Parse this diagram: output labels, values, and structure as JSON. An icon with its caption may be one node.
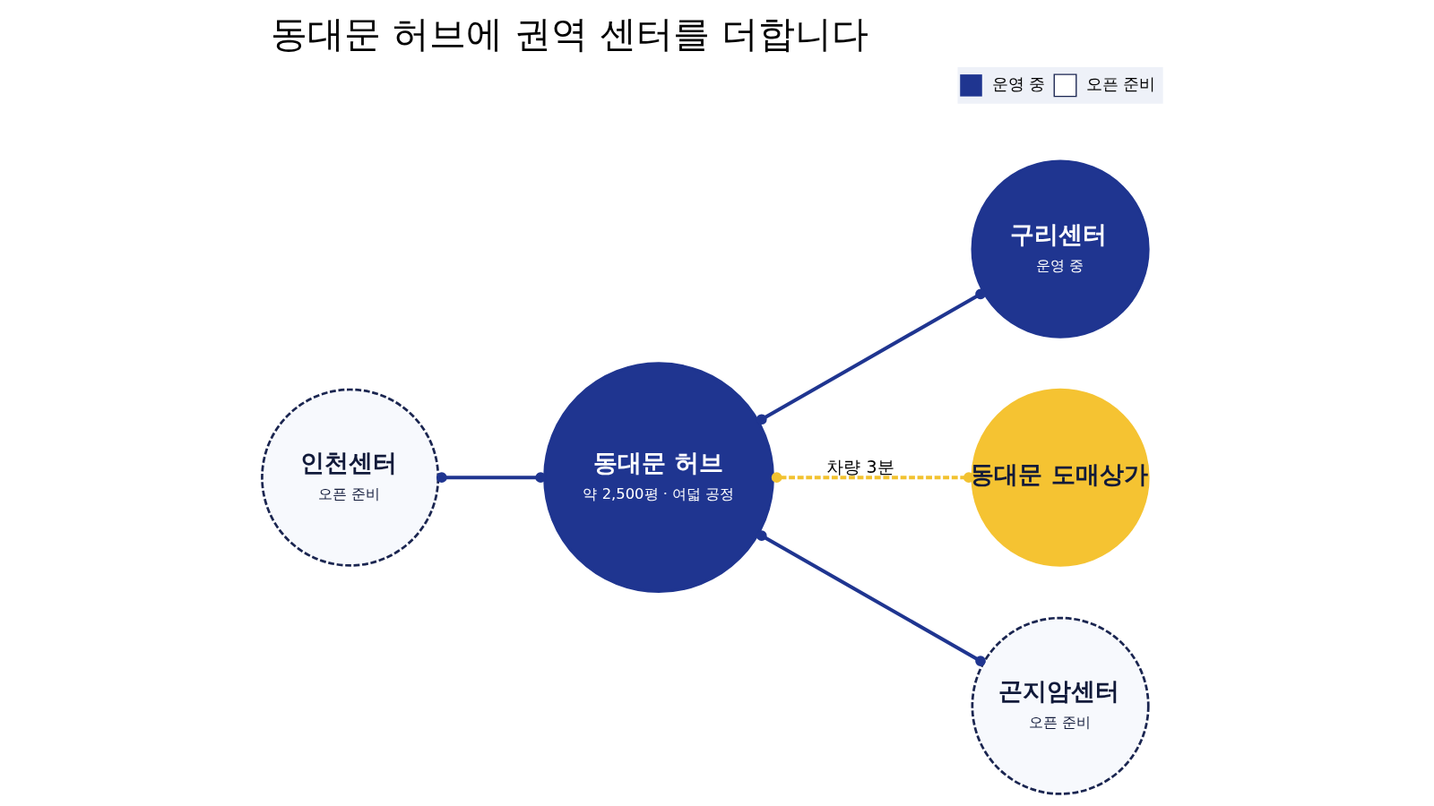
{
  "diagram": {
    "title": "동대문 허브에 권역 센터를 더합니다",
    "nodes": [
      {
        "text": [
          "동대문 허브",
          "약 2,500평 · 여덟 공정"
        ]
      },
      {
        "text": [
          "구리센터",
          "운영 중"
        ]
      },
      {
        "text": [
          "인천센터",
          "오픈 준비"
        ]
      },
      {
        "text": [
          "동대문 도매상가"
        ]
      },
      {
        "text": [
          "곤지암센터",
          "오픈 준비"
        ]
      }
    ],
    "edges": [
      {
        "from": 0,
        "to": 1,
        "arrow": "other"
      },
      {
        "from": 0,
        "to": 2,
        "arrow": "other"
      },
      {
        "from": 0,
        "to": 3,
        "arrow": "other",
        "label": "차량 3분",
        "style": "dashed",
        "color": "#f2c230"
      },
      {
        "from": 0,
        "to": 4,
        "arrow": "other"
      }
    ],
    "legend": [
      {
        "text": "운영 중",
        "color": "#1f3590"
      },
      {
        "text": "오픈 준비"
      }
    ]
  }
}
